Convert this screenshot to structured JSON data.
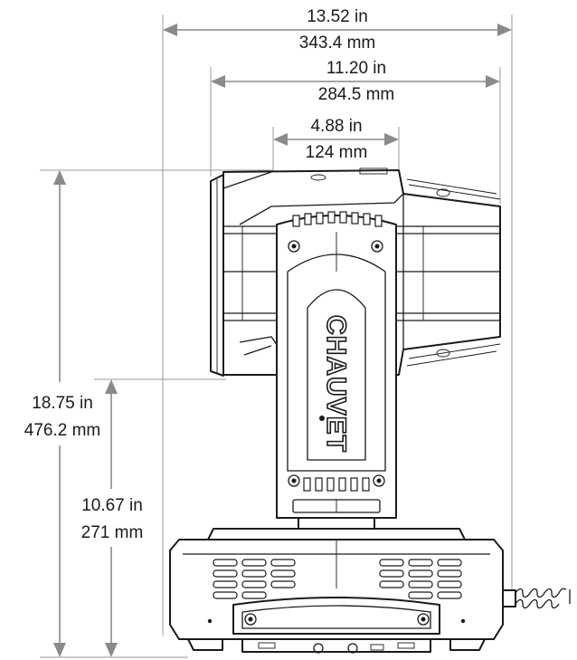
{
  "dimensions": {
    "overall_width": {
      "imperial": "13.52 in",
      "metric": "343.4 mm"
    },
    "head_width": {
      "imperial": "11.20 in",
      "metric": "284.5 mm"
    },
    "lens_width": {
      "imperial": "4.88 in",
      "metric": "124 mm"
    },
    "overall_height": {
      "imperial": "18.75 in",
      "metric": "476.2 mm"
    },
    "tilt_axis_height": {
      "imperial": "10.67 in",
      "metric": "271 mm"
    }
  },
  "fixture": {
    "brand_text": "CHAUVET"
  },
  "colors": {
    "outline": "#1a1a1a",
    "dimension_line": "#8a8a8a",
    "background": "#ffffff"
  }
}
